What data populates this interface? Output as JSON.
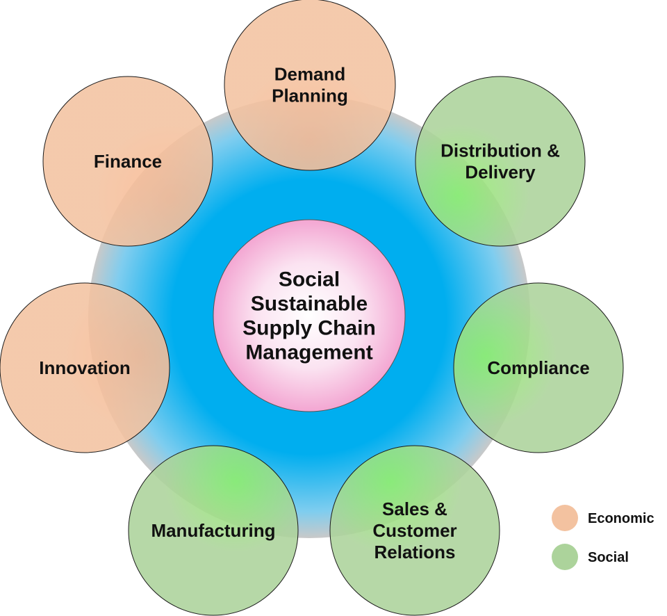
{
  "center": {
    "lines": [
      "Social",
      "Sustainable",
      "Supply Chain",
      "Management"
    ]
  },
  "nodes": [
    {
      "id": "demand-planning",
      "category": "economic",
      "lines": [
        "Demand",
        "Planning"
      ]
    },
    {
      "id": "distribution-delivery",
      "category": "social",
      "lines": [
        "Distribution &",
        "Delivery"
      ]
    },
    {
      "id": "compliance",
      "category": "social",
      "lines": [
        "Compliance"
      ]
    },
    {
      "id": "sales-customer-relations",
      "category": "social",
      "lines": [
        "Sales &",
        "Customer",
        "Relations"
      ]
    },
    {
      "id": "manufacturing",
      "category": "social",
      "lines": [
        "Manufacturing"
      ]
    },
    {
      "id": "innovation",
      "category": "economic",
      "lines": [
        "Innovation"
      ]
    },
    {
      "id": "finance",
      "category": "economic",
      "lines": [
        "Finance"
      ]
    }
  ],
  "legend": {
    "economic": "Economic",
    "social": "Social"
  },
  "colors": {
    "economic": "#f3c2a0",
    "economic_highlight": "#fbb992",
    "social": "#acd39b",
    "social_highlight": "#8fef6a",
    "ring_core": "#00aeef",
    "ring_edge": "#c9c9c9",
    "center_core": "#ffffff",
    "center_edge": "#f3a6d2"
  }
}
